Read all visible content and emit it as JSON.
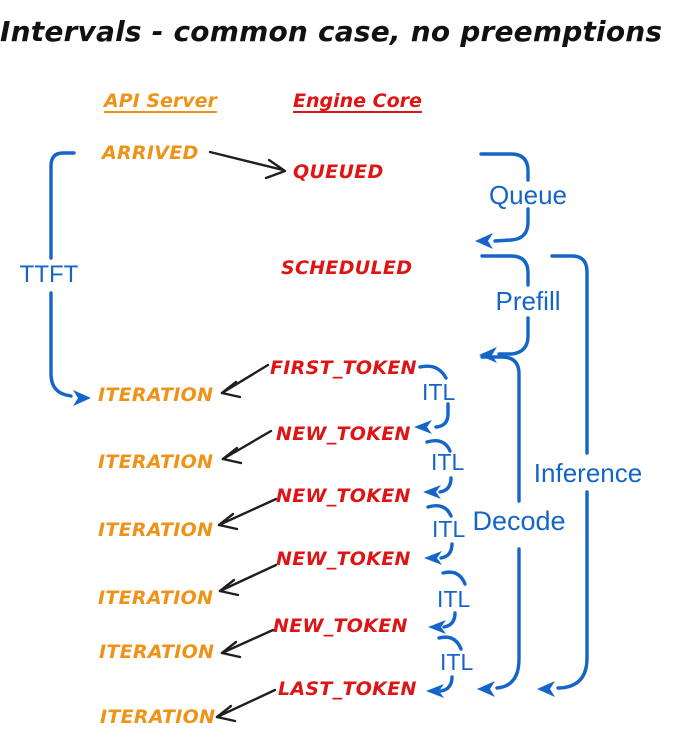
{
  "title": "Intervals - common case, no preemptions",
  "headers": {
    "api_server": "API Server",
    "engine_core": "Engine Core"
  },
  "events": {
    "arrived": "ARRIVED",
    "queued": "QUEUED",
    "scheduled": "SCHEDULED",
    "first_token": "FIRST_TOKEN",
    "new_token": "NEW_TOKEN",
    "last_token": "LAST_TOKEN",
    "iteration": "ITERATION"
  },
  "intervals": {
    "ttft": "TTFT",
    "queue": "Queue",
    "prefill": "Prefill",
    "itl": "ITL",
    "decode": "Decode",
    "inference": "Inference"
  },
  "colors": {
    "api_server": "#EE9318",
    "engine_core": "#DF1414",
    "interval": "#1565C8",
    "connector": "#1F1F1F"
  }
}
